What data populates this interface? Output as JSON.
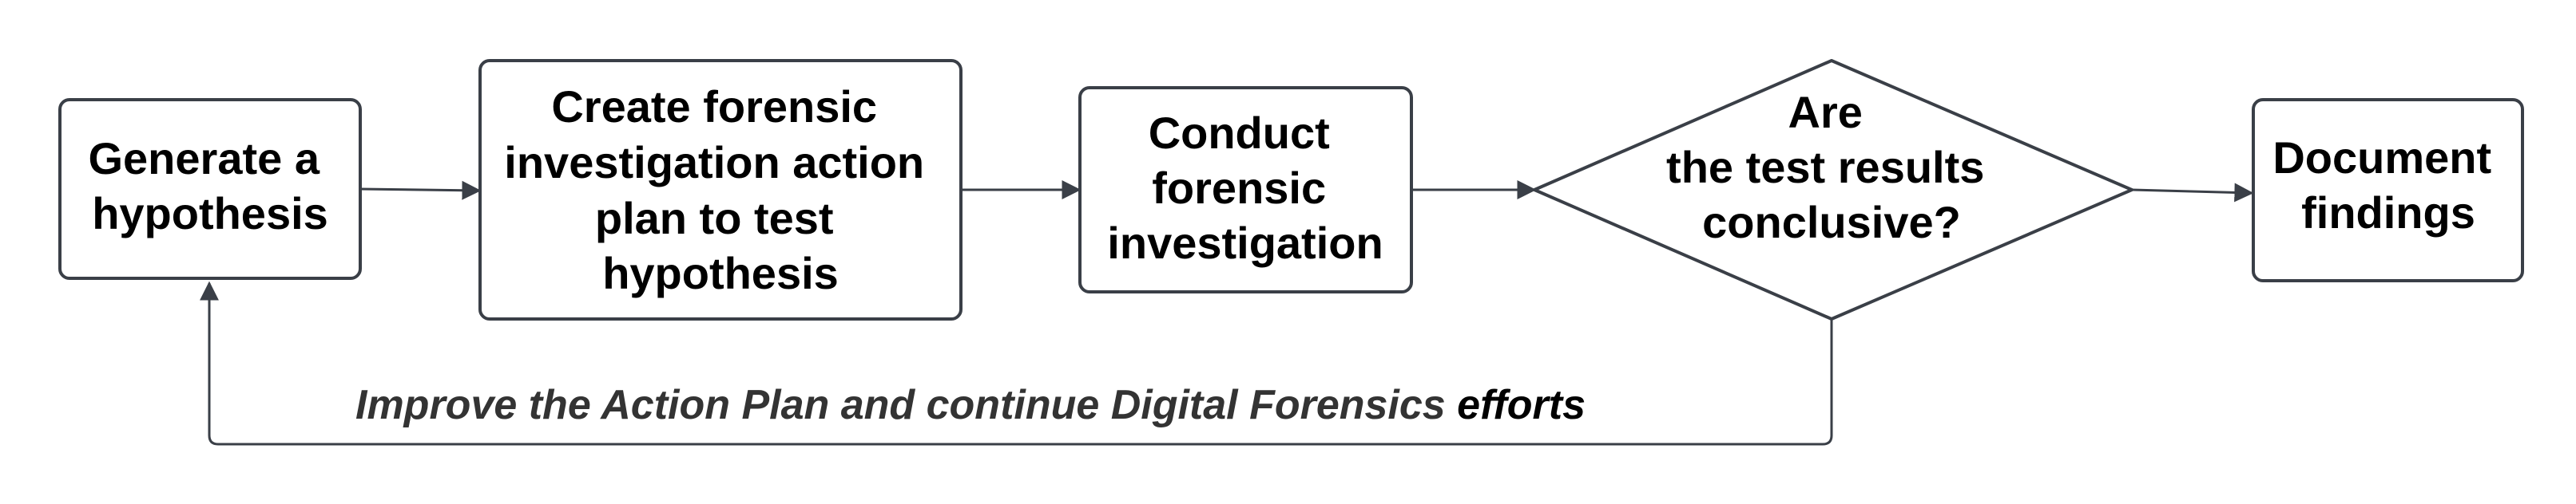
{
  "nodes": [
    {
      "id": "generate",
      "shape": "rect",
      "lines": [
        "Generate a",
        "hypothesis"
      ]
    },
    {
      "id": "create_plan",
      "shape": "rect",
      "lines": [
        "Create forensic",
        "investigation action",
        "plan to test",
        "hypothesis"
      ]
    },
    {
      "id": "conduct",
      "shape": "rect",
      "lines": [
        "Conduct",
        "forensic",
        "investigation"
      ]
    },
    {
      "id": "decision",
      "shape": "diamond",
      "lines": [
        "Are",
        "the test results",
        "conclusive?"
      ]
    },
    {
      "id": "document",
      "shape": "rect",
      "lines": [
        "Document",
        "findings"
      ]
    }
  ],
  "edges": [
    {
      "from": "generate",
      "to": "create_plan"
    },
    {
      "from": "create_plan",
      "to": "conduct"
    },
    {
      "from": "conduct",
      "to": "decision"
    },
    {
      "from": "decision",
      "to": "document"
    },
    {
      "from": "decision",
      "to": "generate",
      "label_part1": "Improve the Action Plan and continue Digital Forensics ",
      "label_part2": "efforts"
    }
  ],
  "colors": {
    "stroke": "#3a3f47",
    "text": "#000000",
    "label": "#333333",
    "background": "#ffffff"
  }
}
